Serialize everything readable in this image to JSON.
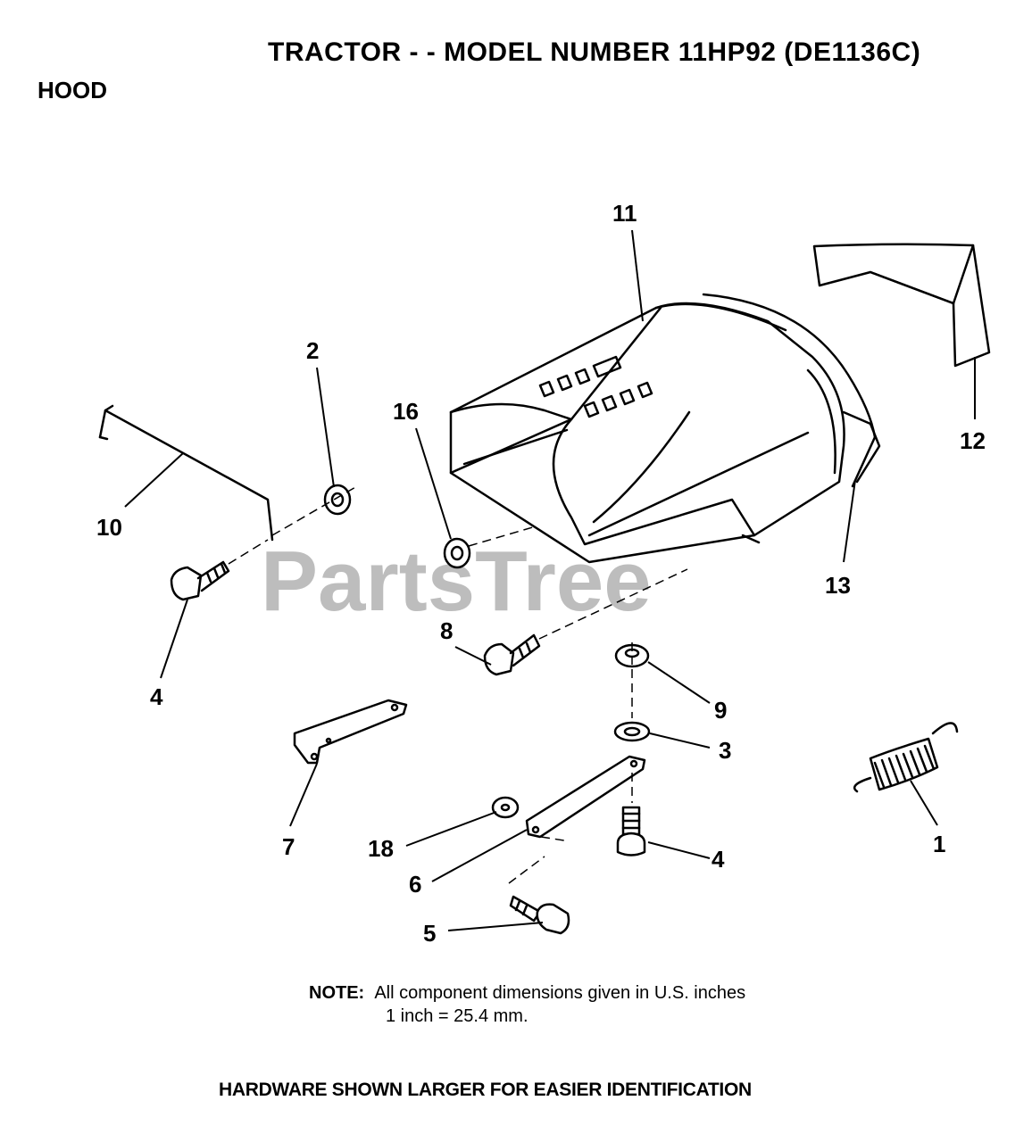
{
  "header": {
    "title": "TRACTOR - - MODEL NUMBER 11HP92 (DE1136C)",
    "section": "HOOD"
  },
  "watermark": "PartsTree",
  "callouts": {
    "c11": "11",
    "c12": "12",
    "c2": "2",
    "c16": "16",
    "c10": "10",
    "c13": "13",
    "c4a": "4",
    "c8": "8",
    "c9": "9",
    "c3": "3",
    "c7": "7",
    "c1": "1",
    "c18": "18",
    "c4b": "4",
    "c6": "6",
    "c5": "5"
  },
  "note": {
    "label": "NOTE:",
    "line1": "All component dimensions given in U.S. inches",
    "line2": "1 inch = 25.4 mm."
  },
  "footer": "HARDWARE SHOWN LARGER FOR EASIER IDENTIFICATION"
}
